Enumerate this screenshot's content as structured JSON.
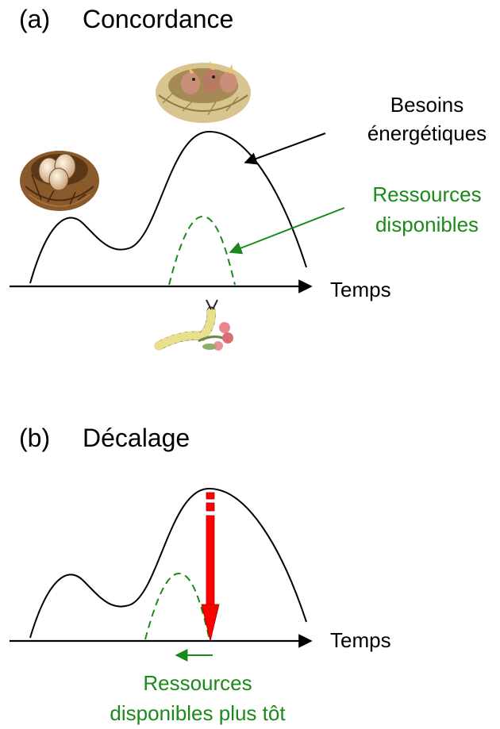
{
  "panel_a": {
    "label": "(a)",
    "title": "Concordance",
    "demand_label_line1": "Besoins",
    "demand_label_line2": "énergétiques",
    "resource_label_line1": "Ressources",
    "resource_label_line2": "disponibles",
    "axis_label": "Temps"
  },
  "panel_b": {
    "label": "(b)",
    "title": "Décalage",
    "axis_label": "Temps",
    "resource_label_line1": "Ressources",
    "resource_label_line2": "disponibles plus tôt"
  },
  "colors": {
    "curve": "#000000",
    "resource": "#1a8a1a",
    "mismatch_arrow": "#ff0000"
  },
  "icons": [
    "nest-eggs-icon",
    "nest-chicks-icon",
    "caterpillar-icon"
  ]
}
